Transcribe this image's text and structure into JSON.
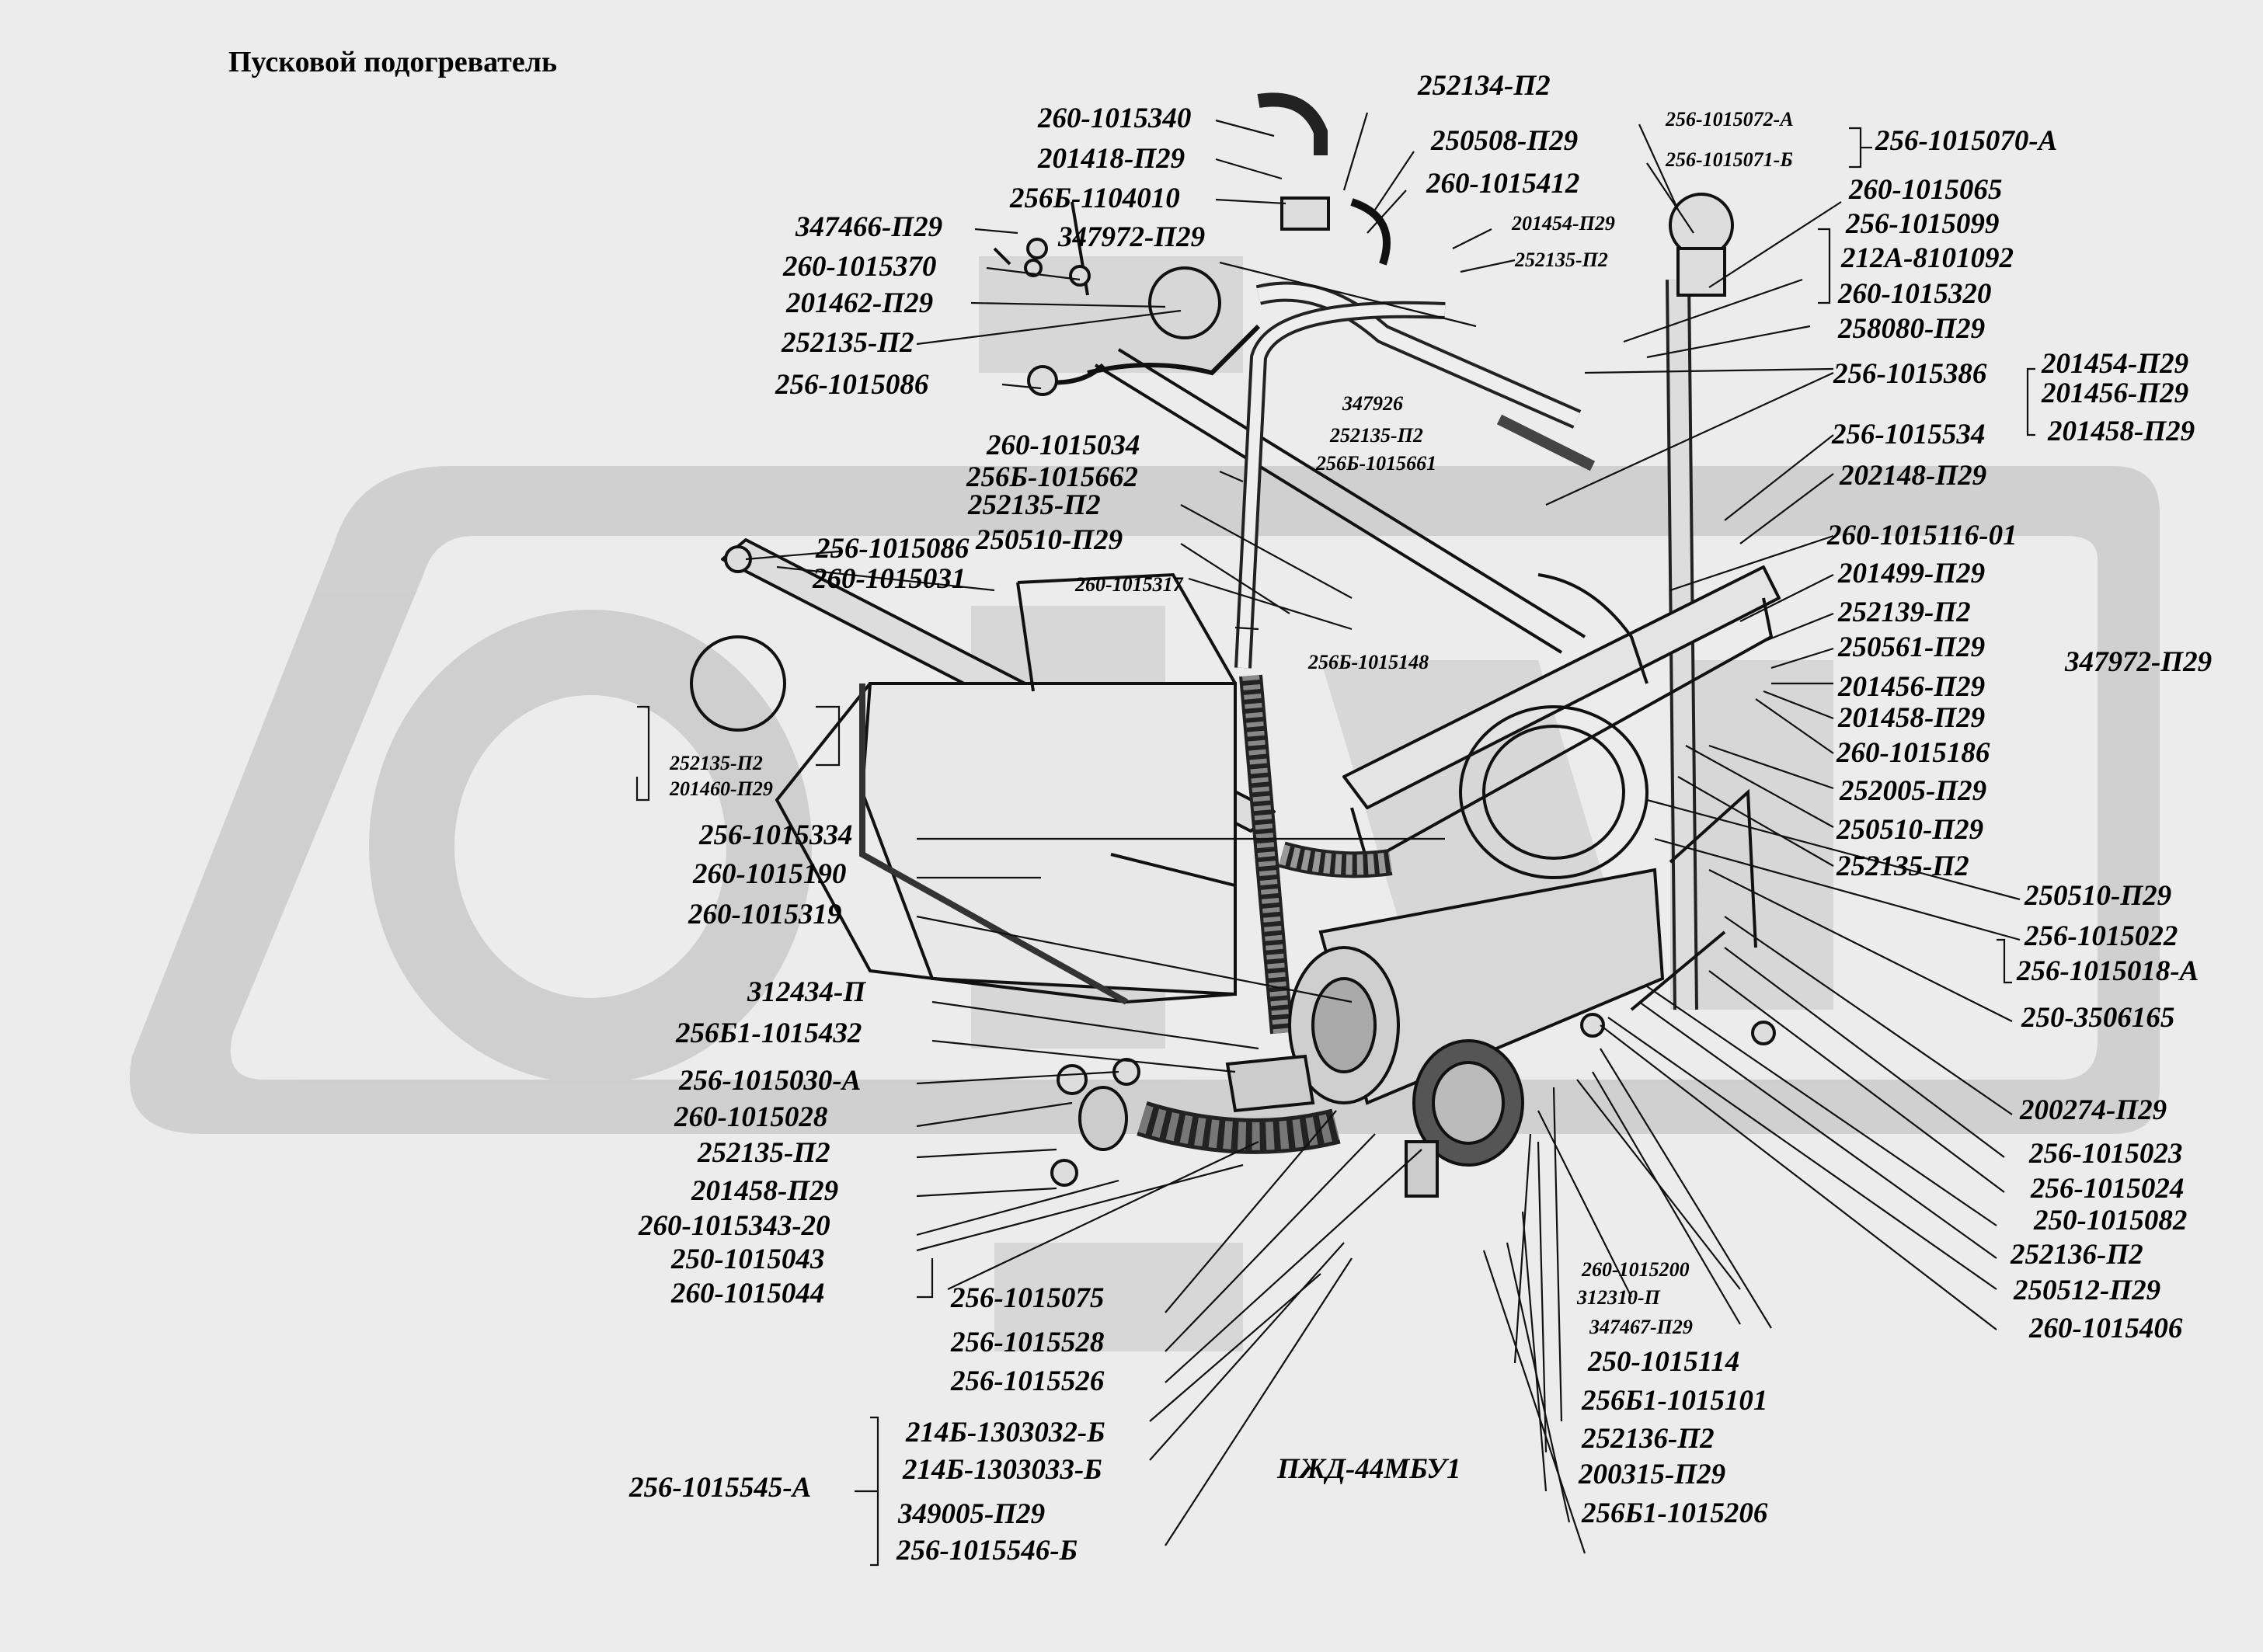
{
  "title": "Пусковой подогреватель",
  "watermark_color": "#c9c9c9",
  "labels": {
    "l01": "260-1015340",
    "l02": "201418-П29",
    "l03": "256Б-1104010",
    "l04": "347466-П29",
    "l05": "347972-П29",
    "l06": "260-1015370",
    "l07": "201462-П29",
    "l08": "252135-П2",
    "l09": "256-1015086",
    "l10": "252134-П2",
    "l11": "250508-П29",
    "l12": "260-1015412",
    "l13": "256-1015072-А",
    "l14": "256-1015071-Б",
    "l15": "256-1015070-А",
    "l16": "260-1015065",
    "l17": "256-1015099",
    "l18": "212А-8101092",
    "l19": "260-1015320",
    "l20": "258080-П29",
    "l21": "201454-П29",
    "l22": "252135-П2",
    "l23": "256-1015386",
    "l24": "201454-П29",
    "l25": "201456-П29",
    "l26": "201458-П29",
    "l27": "347926",
    "l28": "252135-П2",
    "l29": "256Б-1015661",
    "l30": "256-1015534",
    "l31": "202148-П29",
    "l32": "260-1015034",
    "l33": "256Б-1015662",
    "l34": "252135-П2",
    "l35": "250510-П29",
    "l36": "260-1015317",
    "l37": "256-1015086",
    "l38": "260-1015031",
    "l39": "260-1015116-01",
    "l40": "201499-П29",
    "l41": "252139-П2",
    "l42": "250561-П29",
    "l43": "347972-П29",
    "l44": "256Б-1015148",
    "l45": "201456-П29",
    "l46": "201458-П29",
    "l47": "260-1015186",
    "l48": "252005-П29",
    "l49": "250510-П29",
    "l50": "252135-П2",
    "l51": "252135-П2",
    "l52": "201460-П29",
    "l53": "256-1015334",
    "l54": "260-1015190",
    "l55": "260-1015319",
    "l56": "250510-П29",
    "l57": "256-1015022",
    "l58": "256-1015018-А",
    "l59": "312434-П",
    "l60": "250-3506165",
    "l61": "256Б1-1015432",
    "l62": "256-1015030-А",
    "l63": "260-1015028",
    "l64": "200274-П29",
    "l65": "252135-П2",
    "l66": "256-1015023",
    "l67": "201458-П29",
    "l68": "256-1015024",
    "l69": "250-1015082",
    "l70": "260-1015343-20",
    "l71": "252136-П2",
    "l72": "250-1015043",
    "l73": "250512-П29",
    "l74": "260-1015044",
    "l75": "256-1015075",
    "l76": "260-1015200",
    "l77": "312310-П",
    "l78": "260-1015406",
    "l79": "347467-П29",
    "l80": "256-1015528",
    "l81": "250-1015114",
    "l82": "256-1015526",
    "l83": "256Б1-1015101",
    "l84": "214Б-1303032-Б",
    "l85": "252136-П2",
    "l86": "256-1015545-А",
    "l87": "214Б-1303033-Б",
    "l88": "ПЖД-44МБУ1",
    "l89": "200315-П29",
    "l90": "349005-П29",
    "l91": "256Б1-1015206",
    "l92": "256-1015546-Б"
  }
}
